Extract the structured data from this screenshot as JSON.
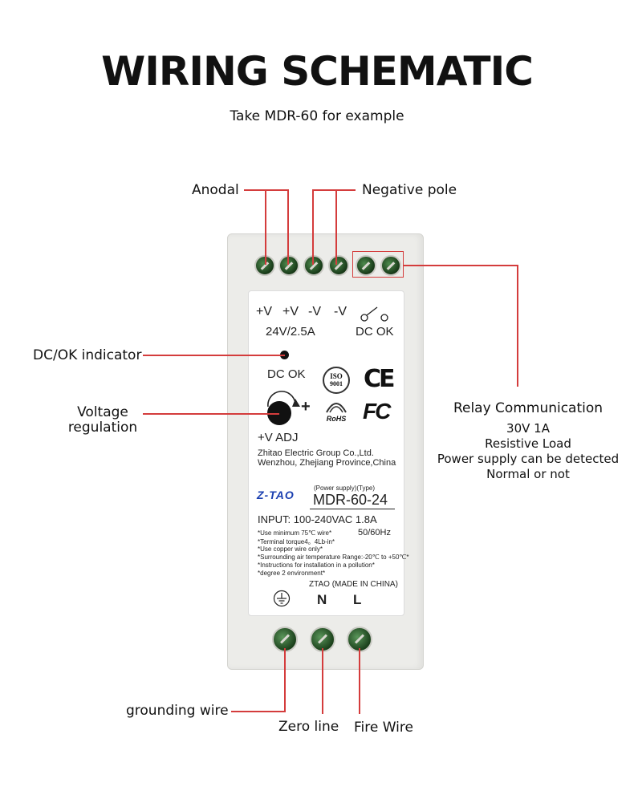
{
  "title": "WIRING SCHEMATIC",
  "subtitle": "Take MDR-60 for example",
  "callouts": {
    "anodal": "Anodal",
    "negative_pole": "Negative pole",
    "dcok_indicator": "DC/OK indicator",
    "voltage_regulation_line1": "Voltage",
    "voltage_regulation_line2": "regulation",
    "relay_title": "Relay Communication",
    "relay_lines": [
      "30V 1A",
      "Resistive Load",
      "Power supply can be detected",
      "Normal or not"
    ],
    "grounding_wire": "grounding wire",
    "zero_line": "Zero line",
    "fire_wire": "Fire Wire"
  },
  "device_label": {
    "terminals": [
      "+V",
      "+V",
      "-V",
      "-V"
    ],
    "rating": "24V/2.5A",
    "dc_ok_top": "DC OK",
    "dc_ok_led": "DC OK",
    "adj": "+V ADJ",
    "plus": "+",
    "iso": "ISO",
    "iso_num": "9001",
    "ce": "CE",
    "fc": "FC",
    "rohs": "RoHS",
    "company_line1": "Zhitao Electric Group Co.,Ltd.",
    "company_line2": "Wenzhou, Zhejiang Province,China",
    "brand": "Z-TAO",
    "type_caption": "(Power supply)(Type)",
    "model": "MDR-60-24",
    "input": "INPUT: 100-240VAC  1.8A",
    "freq": "50/60Hz",
    "notes": [
      "*Use minimum 75℃ wire*",
      "*Terminal torque4。4Lb-in*",
      "*Use copper wire only*",
      "*Surrounding air temperature Range:-20℃ to +50℃*",
      "*Instructions for installation in a pollution*",
      "*degree 2 environment*"
    ],
    "made_in": "ZTAO (MADE IN CHINA)",
    "n": "N",
    "l": "L"
  },
  "colors": {
    "lead": "#d43c3c",
    "terminal": "#2e5e2e",
    "housing": "#ecece9",
    "brand": "#1a3fb0"
  }
}
